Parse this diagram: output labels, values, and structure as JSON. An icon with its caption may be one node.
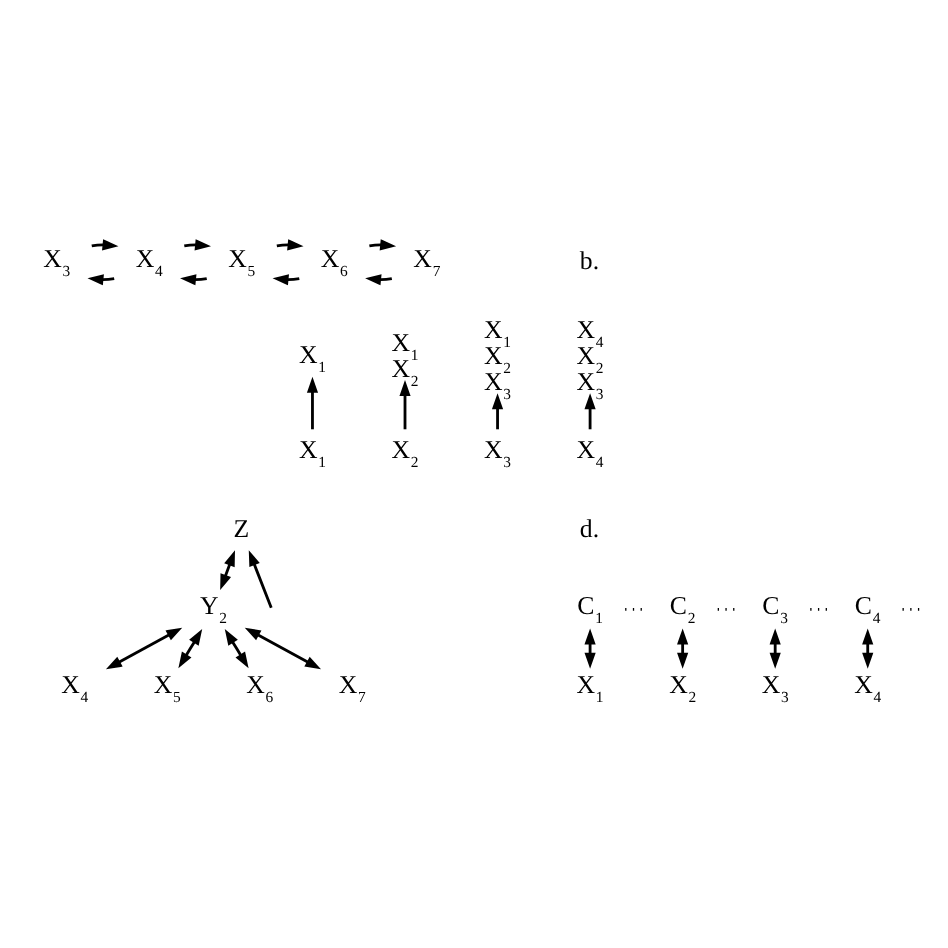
{
  "diagram": {
    "nodes": [
      {
        "text": [
          "X$_{3}$"
        ]
      },
      {
        "text": [
          "X$_{4}$"
        ]
      },
      {
        "text": [
          "X$_{5}$"
        ]
      },
      {
        "text": [
          "X$_{6}$"
        ]
      },
      {
        "text": [
          "X$_{7}$"
        ]
      },
      {
        "text": [
          "X$_{1}$"
        ]
      },
      {
        "text": [
          "X$_{1}$",
          "X$_{2}$"
        ]
      },
      {
        "text": [
          "X$_{1}$",
          "X$_{2}$",
          "X$_{3}$"
        ]
      },
      {
        "text": [
          "X$_{4}$",
          "X$_{2}$",
          "X$_{3}$"
        ]
      },
      {
        "text": [
          "X$_{1}$"
        ]
      },
      {
        "text": [
          "X$_{2}$"
        ]
      },
      {
        "text": [
          "X$_{3}$"
        ]
      },
      {
        "text": [
          "X$_{4}$"
        ]
      },
      {
        "text": [
          "Z"
        ]
      },
      {
        "text": [
          "Y$_{2}$"
        ]
      },
      {
        "text": [
          "X$_{4}$"
        ]
      },
      {
        "text": [
          "X$_{5}$"
        ]
      },
      {
        "text": [
          "X$_{6}$"
        ]
      },
      {
        "text": [
          "X$_{7}$"
        ]
      },
      {
        "text": [
          "C$_{1}$"
        ]
      },
      {
        "text": [
          "C$_{2}$"
        ]
      },
      {
        "text": [
          "C$_{3}$"
        ]
      },
      {
        "text": [
          "C$_{4}$"
        ]
      },
      {
        "text": [
          "X$_{1}$"
        ]
      },
      {
        "text": [
          "X$_{2}$"
        ]
      },
      {
        "text": [
          "X$_{3}$"
        ]
      },
      {
        "text": [
          "X$_{4}$"
        ]
      }
    ],
    "edges": [
      {
        "from": 0,
        "to": 1,
        "arrow": "to"
      },
      {
        "from": 1,
        "to": 2,
        "arrow": "to"
      },
      {
        "from": 2,
        "to": 3,
        "arrow": "to"
      },
      {
        "from": 3,
        "to": 4,
        "arrow": "to"
      },
      {
        "from": 1,
        "to": 0,
        "arrow": "to"
      },
      {
        "from": 2,
        "to": 1,
        "arrow": "to"
      },
      {
        "from": 3,
        "to": 2,
        "arrow": "to"
      },
      {
        "from": 4,
        "to": 3,
        "arrow": "to"
      },
      {
        "from": 9,
        "to": 5,
        "arrow": "to"
      },
      {
        "from": 10,
        "to": 6,
        "arrow": "to"
      },
      {
        "from": 11,
        "to": 7,
        "arrow": "to"
      },
      {
        "from": 12,
        "to": 8,
        "arrow": "to"
      },
      {
        "from": null,
        "to": 13,
        "arrow": "to"
      },
      {
        "from": 14,
        "to": 13,
        "arrow": "both"
      },
      {
        "from": 15,
        "to": 14,
        "arrow": "both"
      },
      {
        "from": 16,
        "to": 14,
        "arrow": "both"
      },
      {
        "from": 17,
        "to": 14,
        "arrow": "both"
      },
      {
        "from": 18,
        "to": 14,
        "arrow": "both"
      },
      {
        "from": 19,
        "to": 20,
        "arrow": "none",
        "style": "dashed"
      },
      {
        "from": 20,
        "to": 21,
        "arrow": "none",
        "style": "dashed"
      },
      {
        "from": 21,
        "to": 22,
        "arrow": "none",
        "style": "dashed"
      },
      {
        "from": 22,
        "to": null,
        "arrow": "none",
        "style": "dashed"
      },
      {
        "from": 23,
        "to": 19,
        "arrow": "both"
      },
      {
        "from": 24,
        "to": 20,
        "arrow": "both"
      },
      {
        "from": 25,
        "to": 21,
        "arrow": "both"
      },
      {
        "from": 26,
        "to": 22,
        "arrow": "both"
      }
    ],
    "labels": [
      "b.",
      "d."
    ]
  }
}
